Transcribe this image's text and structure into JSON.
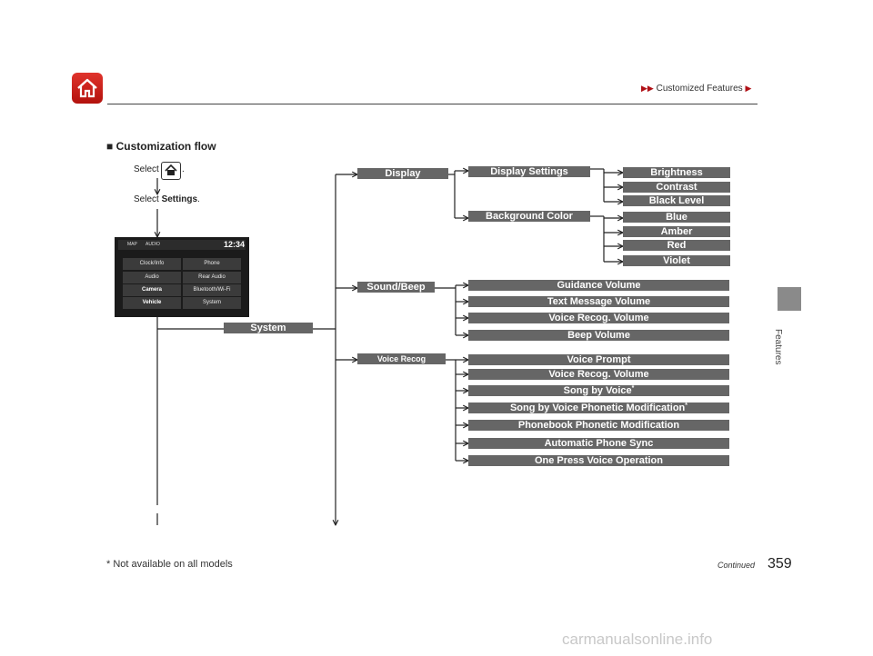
{
  "header": {
    "breadcrumb": "Customized Features",
    "arrows": "▶▶",
    "end_arrow": "▶"
  },
  "side_tab": {
    "label": "Features"
  },
  "section": {
    "bullet": "■",
    "title": "Customization flow"
  },
  "steps": {
    "select_prefix": "Select",
    "select_suffix": ".",
    "settings_prefix": "Select",
    "settings_bold": "Settings",
    "settings_suffix": "."
  },
  "screen": {
    "tabs": [
      "MAP",
      "AUDIO"
    ],
    "clock": "12:34",
    "buttons": [
      "Clock/Info",
      "Phone",
      "Audio",
      "Rear Audio",
      "Camera",
      "Bluetooth/Wi-Fi",
      "Vehicle",
      "System"
    ]
  },
  "flow": {
    "system": "System",
    "display": "Display",
    "display_settings": "Display Settings",
    "display_settings_items": [
      "Brightness",
      "Contrast",
      "Black Level"
    ],
    "background_color": "Background Color",
    "background_color_items": [
      "Blue",
      "Amber",
      "Red",
      "Violet"
    ],
    "sound_beep": "Sound/Beep",
    "sound_items": [
      "Guidance Volume",
      "Text Message Volume",
      "Voice Recog. Volume",
      "Beep Volume"
    ],
    "voice_recog": "Voice Recog",
    "voice_items": [
      "Voice Prompt",
      "Voice Recog. Volume",
      "Song by Voice",
      "Song by Voice Phonetic Modification",
      "Phonebook Phonetic Modification",
      "Automatic Phone Sync",
      "One Press Voice Operation"
    ],
    "asterisk": "*"
  },
  "footer": {
    "note": "* Not available on all models",
    "continued": "Continued",
    "page_number": "359"
  },
  "watermark": "carmanualsonline.info",
  "colors": {
    "accent": "#b3120d",
    "box": "#666666"
  }
}
